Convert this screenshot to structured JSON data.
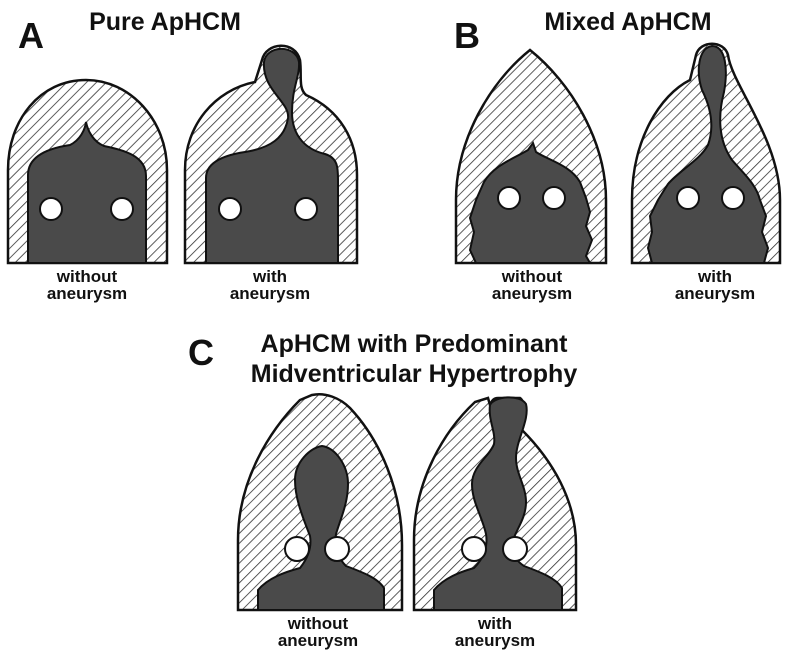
{
  "panels": {
    "a": {
      "letter": "A",
      "title": "Pure  ApHCM",
      "left_caption": [
        "without",
        "aneurysm"
      ],
      "right_caption": [
        "with",
        "aneurysm"
      ]
    },
    "b": {
      "letter": "B",
      "title": "Mixed  ApHCM",
      "left_caption": [
        "without",
        "aneurysm"
      ],
      "right_caption": [
        "with",
        "aneurysm"
      ]
    },
    "c": {
      "letter": "C",
      "title_lines": [
        "ApHCM with Predominant",
        "Midventricular Hypertrophy"
      ],
      "left_caption": [
        "without",
        "aneurysm"
      ],
      "right_caption": [
        "with",
        "aneurysm"
      ]
    }
  },
  "colors": {
    "cavity": "#4a4a4a",
    "outline": "#111111",
    "hatch": "#333333",
    "papillary": "#ffffff"
  }
}
